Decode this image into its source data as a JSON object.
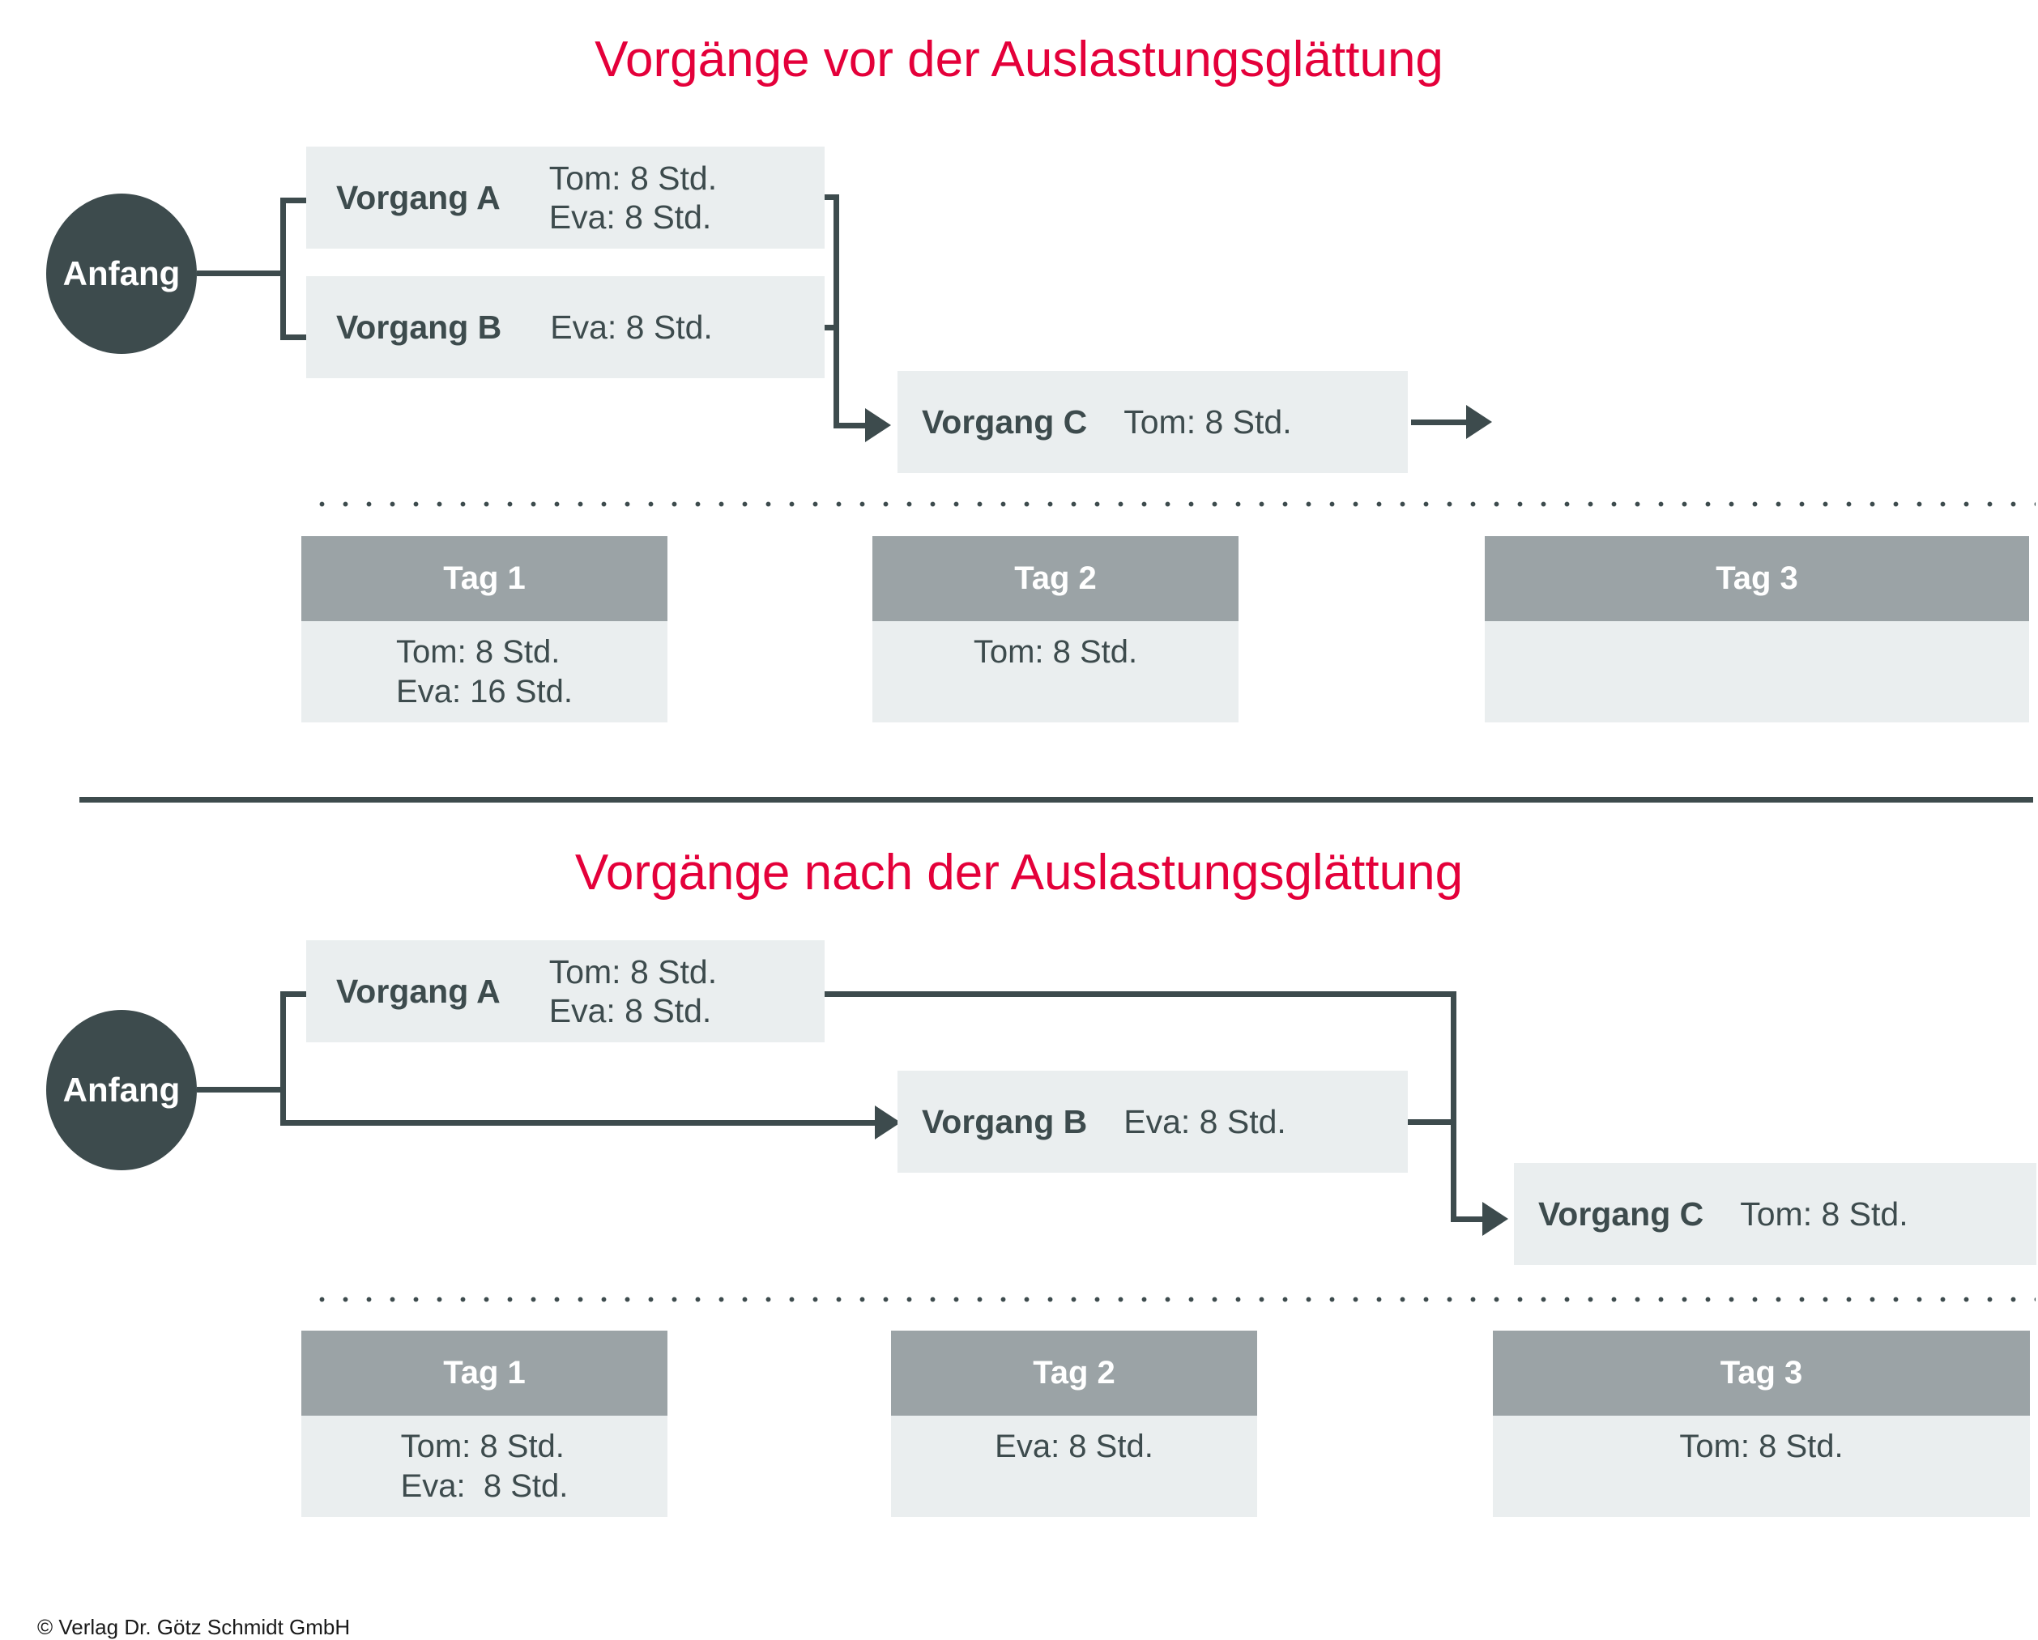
{
  "sections": [
    {
      "title": "Vorgänge vor der Auslastungsglättung",
      "start_node": "Anfang",
      "tasks": [
        {
          "name": "Vorgang A",
          "resources": "Tom: 8 Std.\nEva: 8 Std."
        },
        {
          "name": "Vorgang B",
          "resources": "Eva: 8 Std."
        },
        {
          "name": "Vorgang C",
          "resources": "Tom: 8 Std."
        }
      ],
      "days": [
        {
          "label": "Tag 1",
          "load": "Tom: 8 Std.\nEva: 16 Std."
        },
        {
          "label": "Tag 2",
          "load": "Tom: 8 Std."
        },
        {
          "label": "Tag 3",
          "load": ""
        }
      ]
    },
    {
      "title": "Vorgänge nach der Auslastungsglättung",
      "start_node": "Anfang",
      "tasks": [
        {
          "name": "Vorgang A",
          "resources": "Tom: 8 Std.\nEva: 8 Std."
        },
        {
          "name": "Vorgang B",
          "resources": "Eva: 8 Std."
        },
        {
          "name": "Vorgang C",
          "resources": "Tom: 8 Std."
        }
      ],
      "days": [
        {
          "label": "Tag 1",
          "load": "Tom: 8 Std.\nEva:  8 Std."
        },
        {
          "label": "Tag 2",
          "load": "Eva: 8 Std."
        },
        {
          "label": "Tag 3",
          "load": "Tom: 8 Std."
        }
      ]
    }
  ],
  "footer": {
    "copyright": "© Verlag Dr. Götz Schmidt GmbH"
  },
  "colors": {
    "title_red": "#e4003a",
    "dark_slate": "#3d4b4d",
    "box_fill": "#eaeeef",
    "day_header": "#9ba3a6",
    "white": "#ffffff"
  }
}
